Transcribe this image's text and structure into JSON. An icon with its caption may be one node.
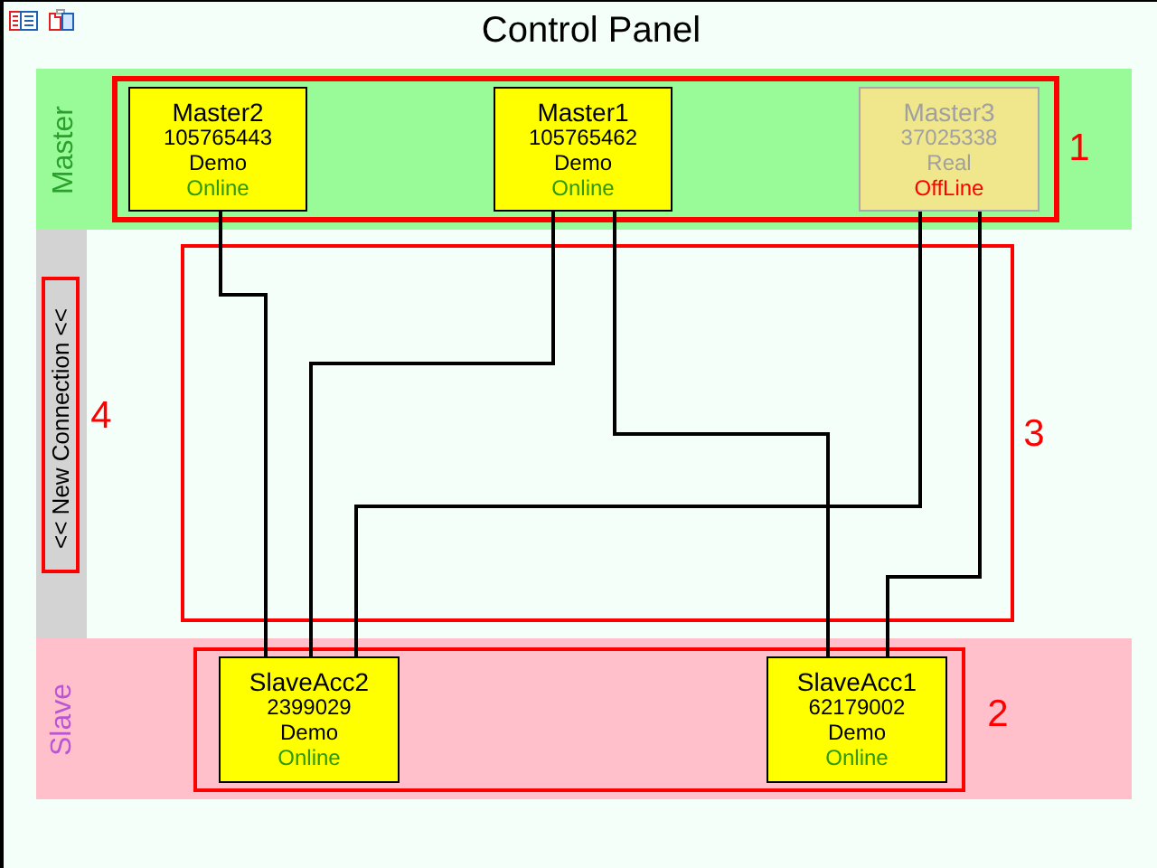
{
  "diagram": {
    "title": "Control Panel",
    "nodes": [
      {
        "text": [
          "Master"
        ]
      },
      {
        "text": [],
        "shape": "box",
        "in": 0,
        "beside": [
          "1"
        ]
      },
      {
        "text": [
          "Master2",
          "105765443",
          "Demo",
          "Online"
        ],
        "in": 1
      },
      {
        "text": [
          "Master1",
          "105765462",
          "Demo",
          "Online"
        ],
        "in": 1
      },
      {
        "text": [
          "Master3",
          "37025338",
          "Real",
          "OffLine"
        ],
        "in": 1
      },
      {
        "text": [],
        "shape": "bar"
      },
      {
        "text": [
          "<< New Connection <<"
        ],
        "in": 5,
        "beside": [
          "4"
        ]
      },
      {
        "text": [
          "Slave"
        ]
      },
      {
        "text": [],
        "shape": "box",
        "in": 7,
        "beside": [
          "2"
        ]
      },
      {
        "text": [
          "SlaveAcc2",
          "2399029",
          "Demo",
          "Online"
        ],
        "in": 8
      },
      {
        "text": [
          "SlaveAcc1",
          "62179002",
          "Demo",
          "Online"
        ],
        "in": 8
      }
    ],
    "edges": [
      {
        "from": 2,
        "to": 9,
        "arrow": "none"
      },
      {
        "from": 3,
        "to": 9,
        "arrow": "none"
      },
      {
        "from": 3,
        "to": 10,
        "arrow": "none"
      },
      {
        "from": 4,
        "to": 9,
        "arrow": "none"
      },
      {
        "from": 4,
        "to": 10,
        "arrow": "none"
      }
    ],
    "labels": [
      "3"
    ]
  }
}
